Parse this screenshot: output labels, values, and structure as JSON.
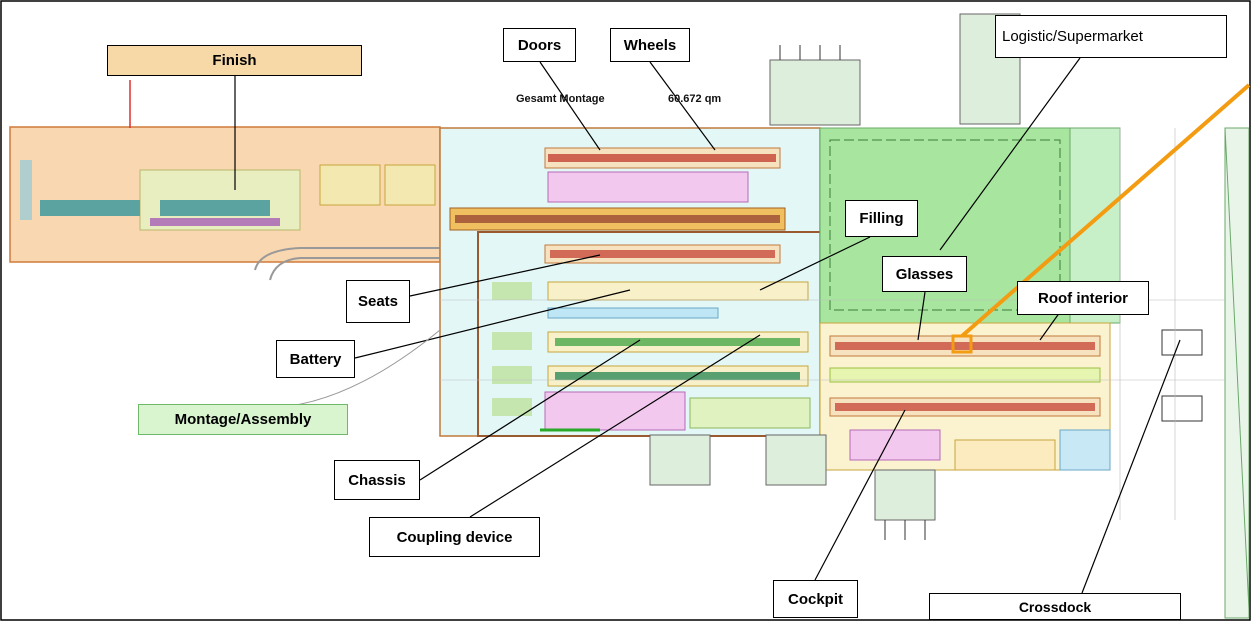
{
  "labels": {
    "finish": "Finish",
    "doors": "Doors",
    "wheels": "Wheels",
    "logistic": "Logistic/Supermarket",
    "filling": "Filling",
    "glasses": "Glasses",
    "roof_interior": "Roof interior",
    "seats": "Seats",
    "battery": "Battery",
    "montage": "Montage/Assembly",
    "chassis": "Chassis",
    "coupling": "Coupling device",
    "cockpit": "Cockpit",
    "crossdock": "Crossdock"
  },
  "plan_text": {
    "gesamt_montage": "Gesamt Montage",
    "area": "60.672 qm"
  },
  "colors": {
    "finish_area": "#f7c58f",
    "assembly_area": "#dff7f5",
    "logistic_area": "#a8e0a0",
    "line_orange": "#f0a030",
    "line_red": "#c0392b",
    "pointer": "#f39c12"
  }
}
